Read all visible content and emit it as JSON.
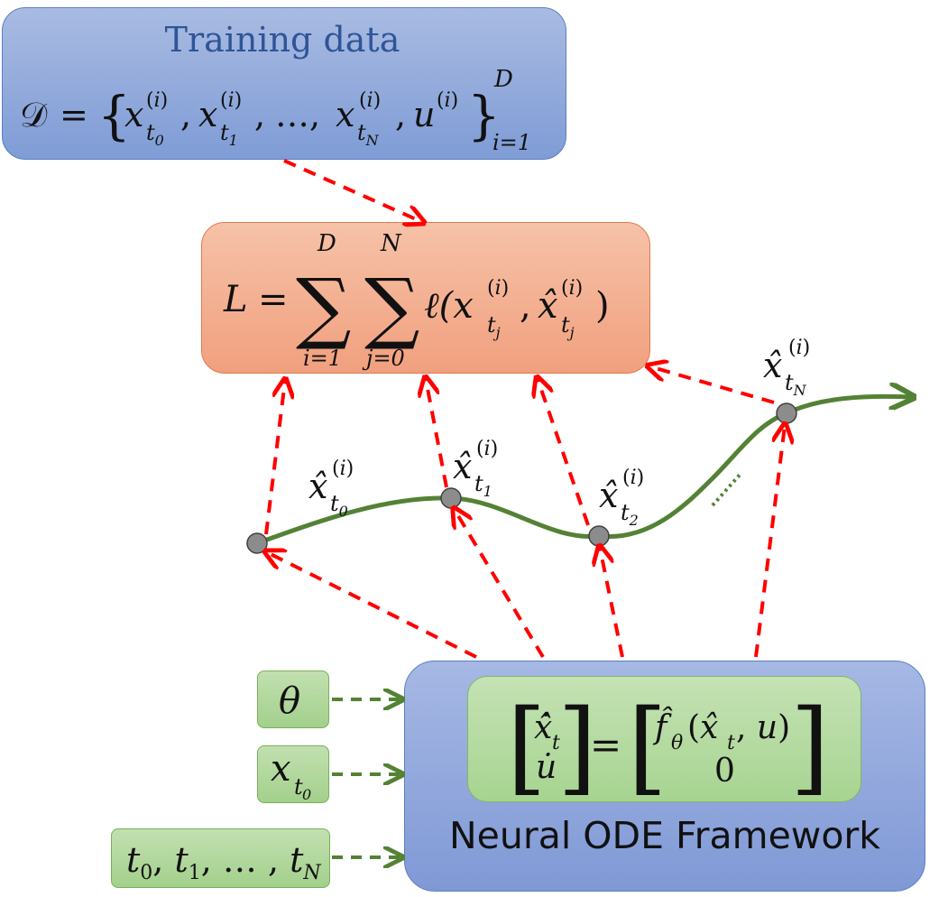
{
  "training": {
    "title": "Training data",
    "set_symbol": "𝒟",
    "equals": "=",
    "elements": [
      "x_{t_0}^{(i)}",
      "x_{t_1}^{(i)}",
      "…",
      "x_{t_N}^{(i)}",
      "u^{(i)}"
    ],
    "upper_index": "D",
    "lower_index": "i=1"
  },
  "loss": {
    "lhs": "L",
    "sum1_upper": "D",
    "sum1_lower": "i=1",
    "sum2_upper": "N",
    "sum2_lower": "j=0",
    "term": "ℓ(x_{t_j}^{(i)}, x̂_{t_j}^{(i)})"
  },
  "trajectory": {
    "points": [
      {
        "label": "x̂",
        "sub": "t",
        "subsub": "0",
        "sup": "(i)"
      },
      {
        "label": "x̂",
        "sub": "t",
        "subsub": "1",
        "sup": "(i)"
      },
      {
        "label": "x̂",
        "sub": "t",
        "subsub": "2",
        "sup": "(i)"
      },
      {
        "label": "x̂",
        "sub": "t",
        "subsub": "N",
        "sup": "(i)"
      }
    ]
  },
  "inputs": {
    "theta": "θ",
    "x0": {
      "base": "x",
      "sub": "t",
      "subsub": "0"
    },
    "times": "t₀, t₁, … , t_N"
  },
  "framework": {
    "label": "Neural ODE Framework",
    "lhs_top": "x̂̇_t",
    "lhs_bottom": "u̇",
    "rhs_top": "f̂_θ(x̂_t, u)",
    "rhs_bottom": "0"
  },
  "colors": {
    "arrow_red": "#ff0000",
    "arrow_green": "#548235",
    "curve_green": "#548235",
    "title_blue": "#2f5597"
  }
}
